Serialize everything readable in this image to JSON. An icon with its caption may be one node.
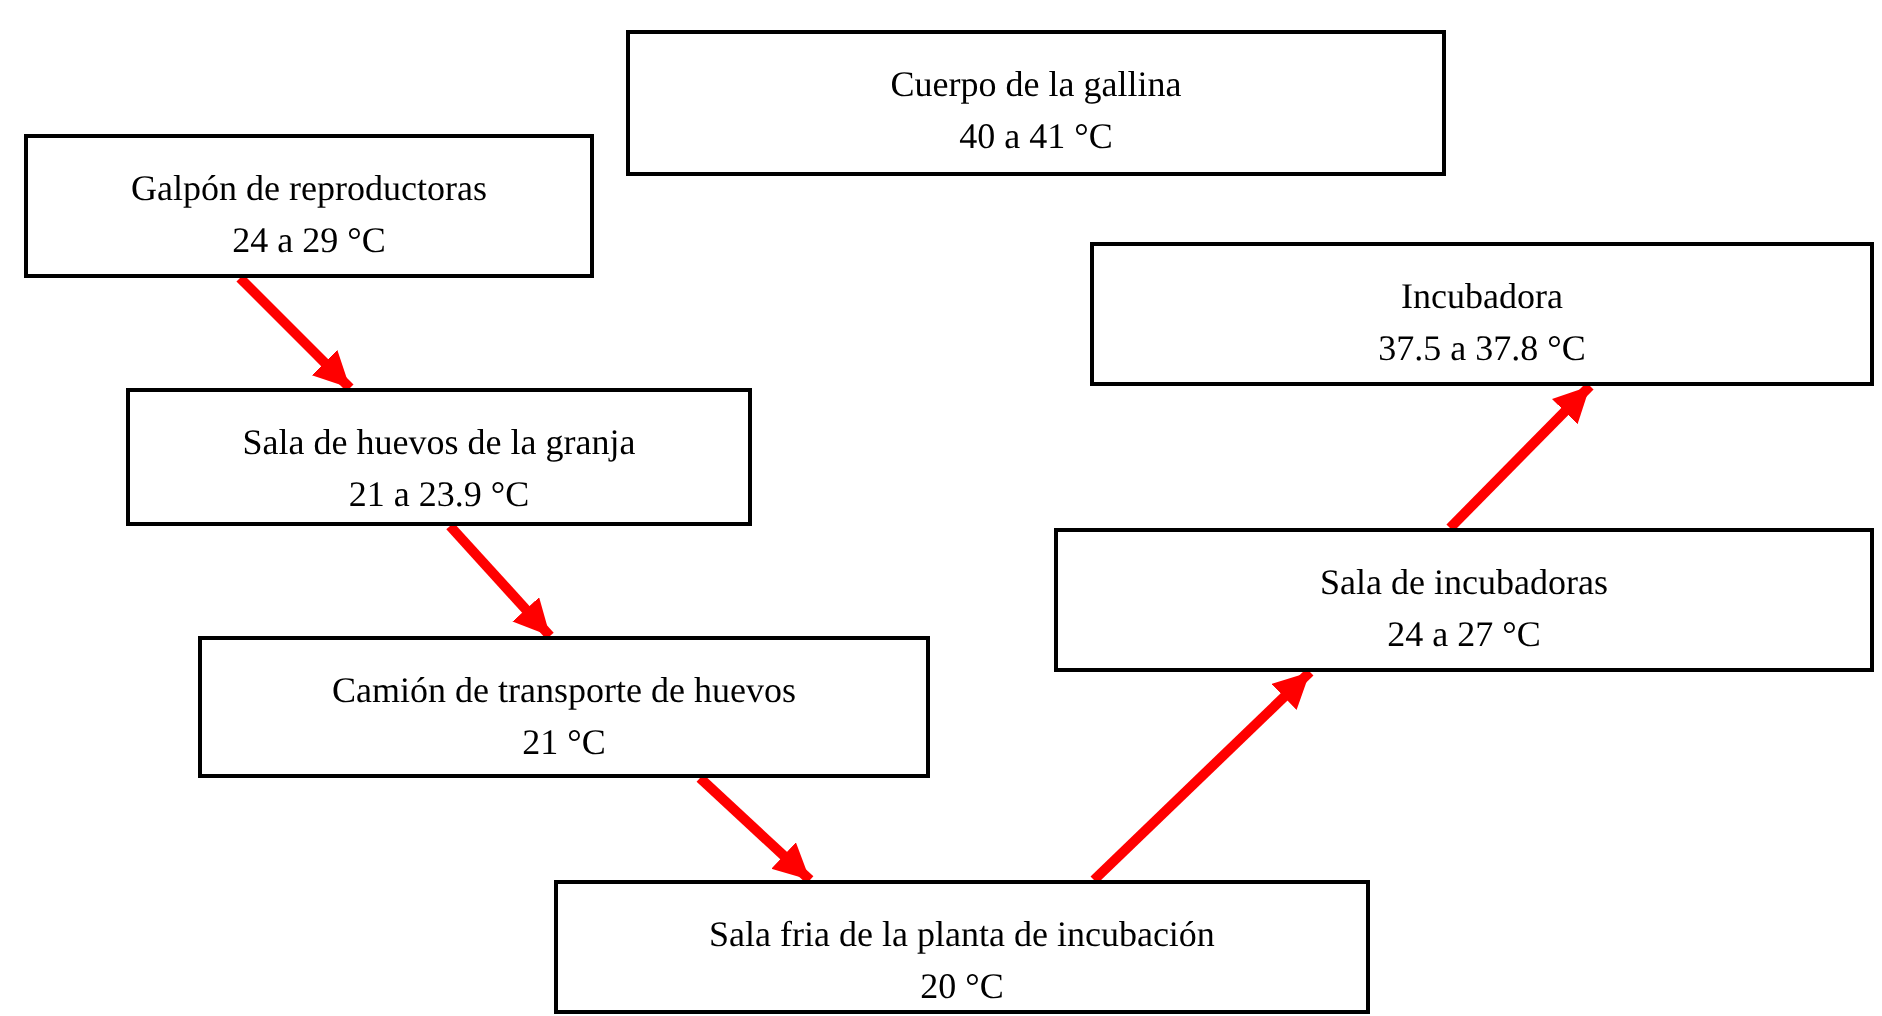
{
  "diagram": {
    "nodes": [
      {
        "text": [
          "Cuerpo de la gallina",
          "40 a 41 °C"
        ]
      },
      {
        "text": [
          "Galpón de reproductoras",
          "24 a 29 °C"
        ]
      },
      {
        "text": [
          "Incubadora",
          "37.5 a 37.8 °C"
        ]
      },
      {
        "text": [
          "Sala de huevos de la granja",
          "21 a 23.9 °C"
        ]
      },
      {
        "text": [
          "Sala de incubadoras",
          "24 a 27 °C"
        ]
      },
      {
        "text": [
          "Camión de transporte de huevos",
          "21 °C"
        ]
      },
      {
        "text": [
          "Sala fria de la planta de incubación",
          "20 °C"
        ]
      }
    ],
    "edges": [
      {
        "from": 1,
        "to": 3,
        "arrow": "to"
      },
      {
        "from": 3,
        "to": 5,
        "arrow": "to"
      },
      {
        "from": 5,
        "to": 6,
        "arrow": "to"
      },
      {
        "from": 6,
        "to": 4,
        "arrow": "to"
      },
      {
        "from": 4,
        "to": 2,
        "arrow": "to"
      }
    ]
  }
}
